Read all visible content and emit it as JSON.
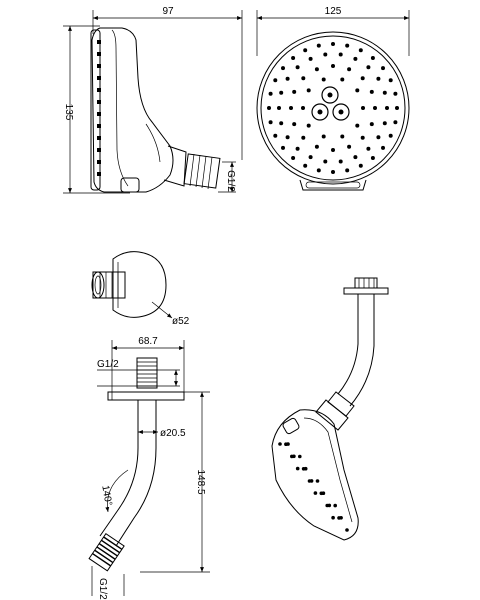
{
  "dimensions": {
    "side_width": "97",
    "side_height": "135",
    "side_thread": "G1/2",
    "front_width": "125",
    "flange_dia": "ø52",
    "arm_width": "68.7",
    "arm_top_thread": "G1/2",
    "arm_tube_dia": "ø20.5",
    "arm_height": "148.5",
    "arm_angle": "140°",
    "arm_bottom_thread": "G1/2"
  }
}
